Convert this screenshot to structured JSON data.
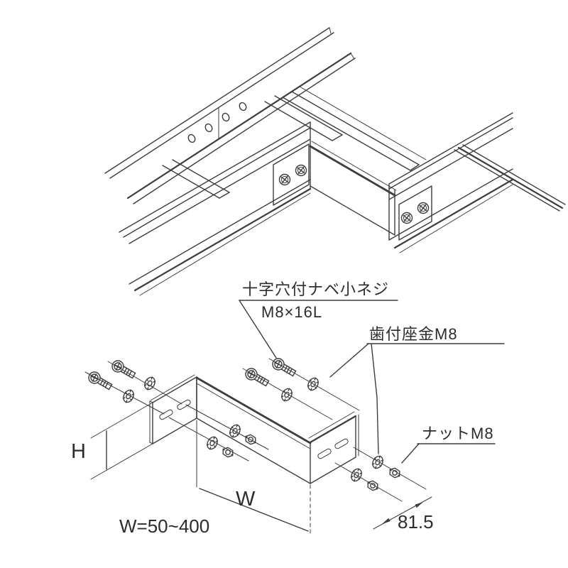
{
  "figure": {
    "type": "technical-line-drawing",
    "subject": "cable-ladder offset splice bracket with fasteners",
    "views": {
      "top": "isometric assembly of two cable ladders joined by offset bracket",
      "bottom": "exploded view of bracket with screws, toothed washers and nuts"
    },
    "labels": {
      "screw": {
        "line1": "十字穴付ナベ小ネジ",
        "line2": "M8×16L"
      },
      "washer": {
        "text": "歯付座金M8"
      },
      "nut": {
        "text": "ナットM8"
      }
    },
    "dimensions": {
      "height": "H",
      "width": "W",
      "width_range": "W=50~400",
      "end_length": "81.5"
    }
  },
  "colors": {
    "line": "#3d3d3d",
    "text": "#2d2d2d",
    "background": "#ffffff"
  }
}
